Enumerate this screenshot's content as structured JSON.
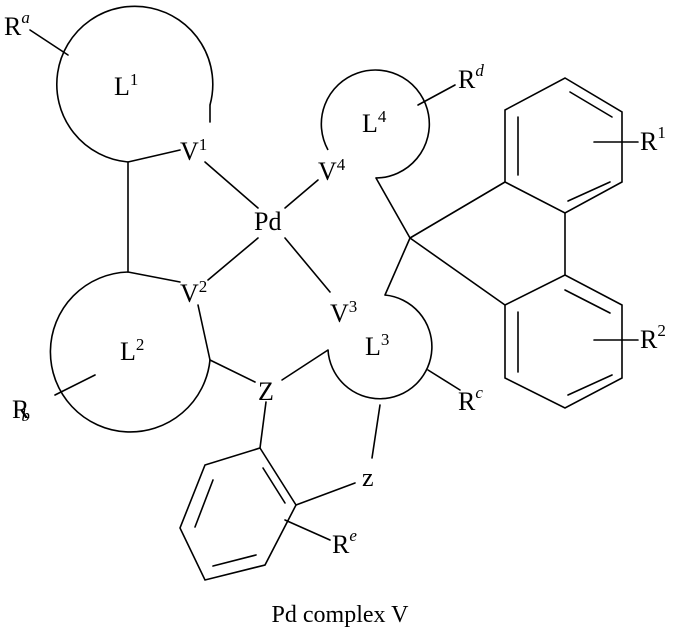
{
  "caption": "Pd complex V",
  "atoms": {
    "pd": "Pd",
    "v1": "V",
    "v1_sup": "1",
    "v2": "V",
    "v2_sup": "2",
    "v3": "V",
    "v3_sup": "3",
    "v4": "V",
    "v4_sup": "4",
    "z_big": "Z",
    "z_small": "z"
  },
  "rings": {
    "l1": "L",
    "l1_sup": "1",
    "l2": "L",
    "l2_sup": "2",
    "l3": "L",
    "l3_sup": "3",
    "l4": "L",
    "l4_sup": "4"
  },
  "substituents": {
    "ra": "R",
    "ra_sup": "a",
    "rb": "R",
    "rb_sup": "b",
    "rc": "R",
    "rc_sup": "c",
    "rd": "R",
    "rd_sup": "d",
    "re": "R",
    "re_sup": "e",
    "r1": "R",
    "r1_sup": "1",
    "r2": "R",
    "r2_sup": "2"
  }
}
